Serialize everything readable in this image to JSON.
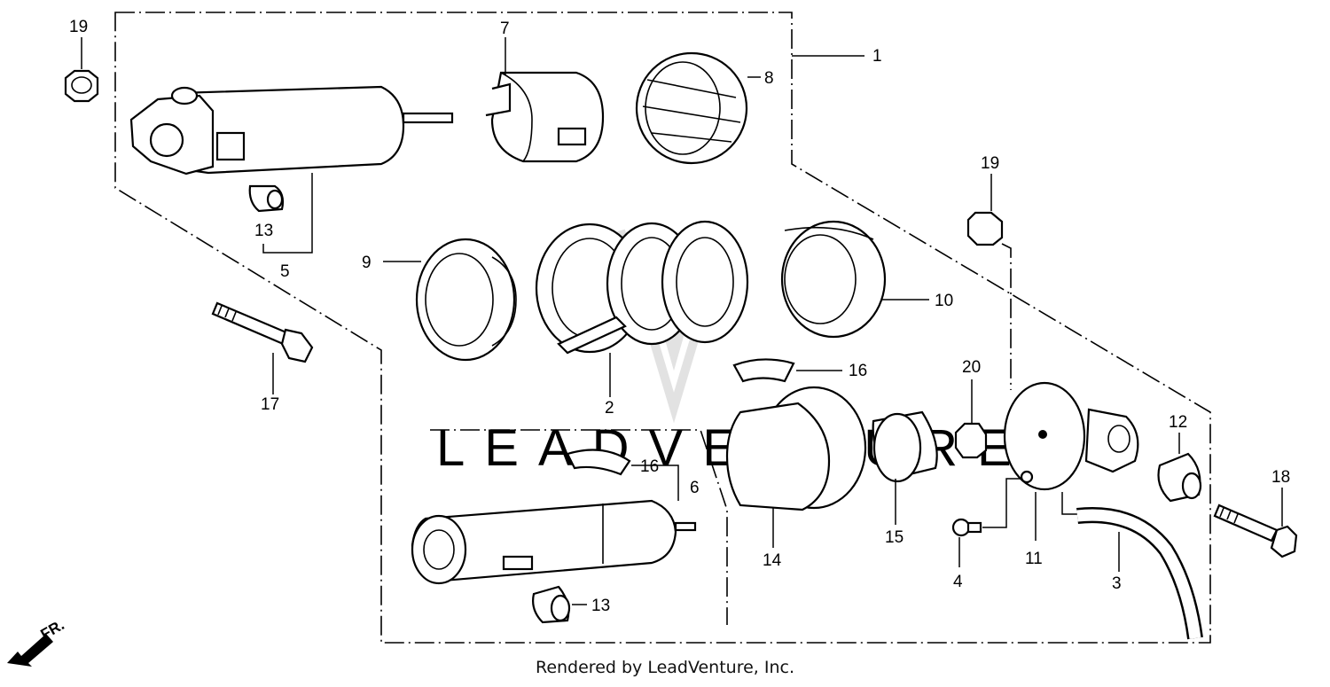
{
  "diagram": {
    "watermark": "LEADVENTURE",
    "front_marker": "FR.",
    "footer": "Rendered by LeadVenture, Inc.",
    "labels": {
      "l1": "1",
      "l2": "2",
      "l3": "3",
      "l4": "4",
      "l5": "5",
      "l6": "6",
      "l7": "7",
      "l8": "8",
      "l9": "9",
      "l10": "10",
      "l11": "11",
      "l12": "12",
      "l13a": "13",
      "l13b": "13",
      "l14": "14",
      "l15": "15",
      "l16a": "16",
      "l16b": "16",
      "l17": "17",
      "l18": "18",
      "l19a": "19",
      "l19b": "19",
      "l20": "20"
    }
  }
}
